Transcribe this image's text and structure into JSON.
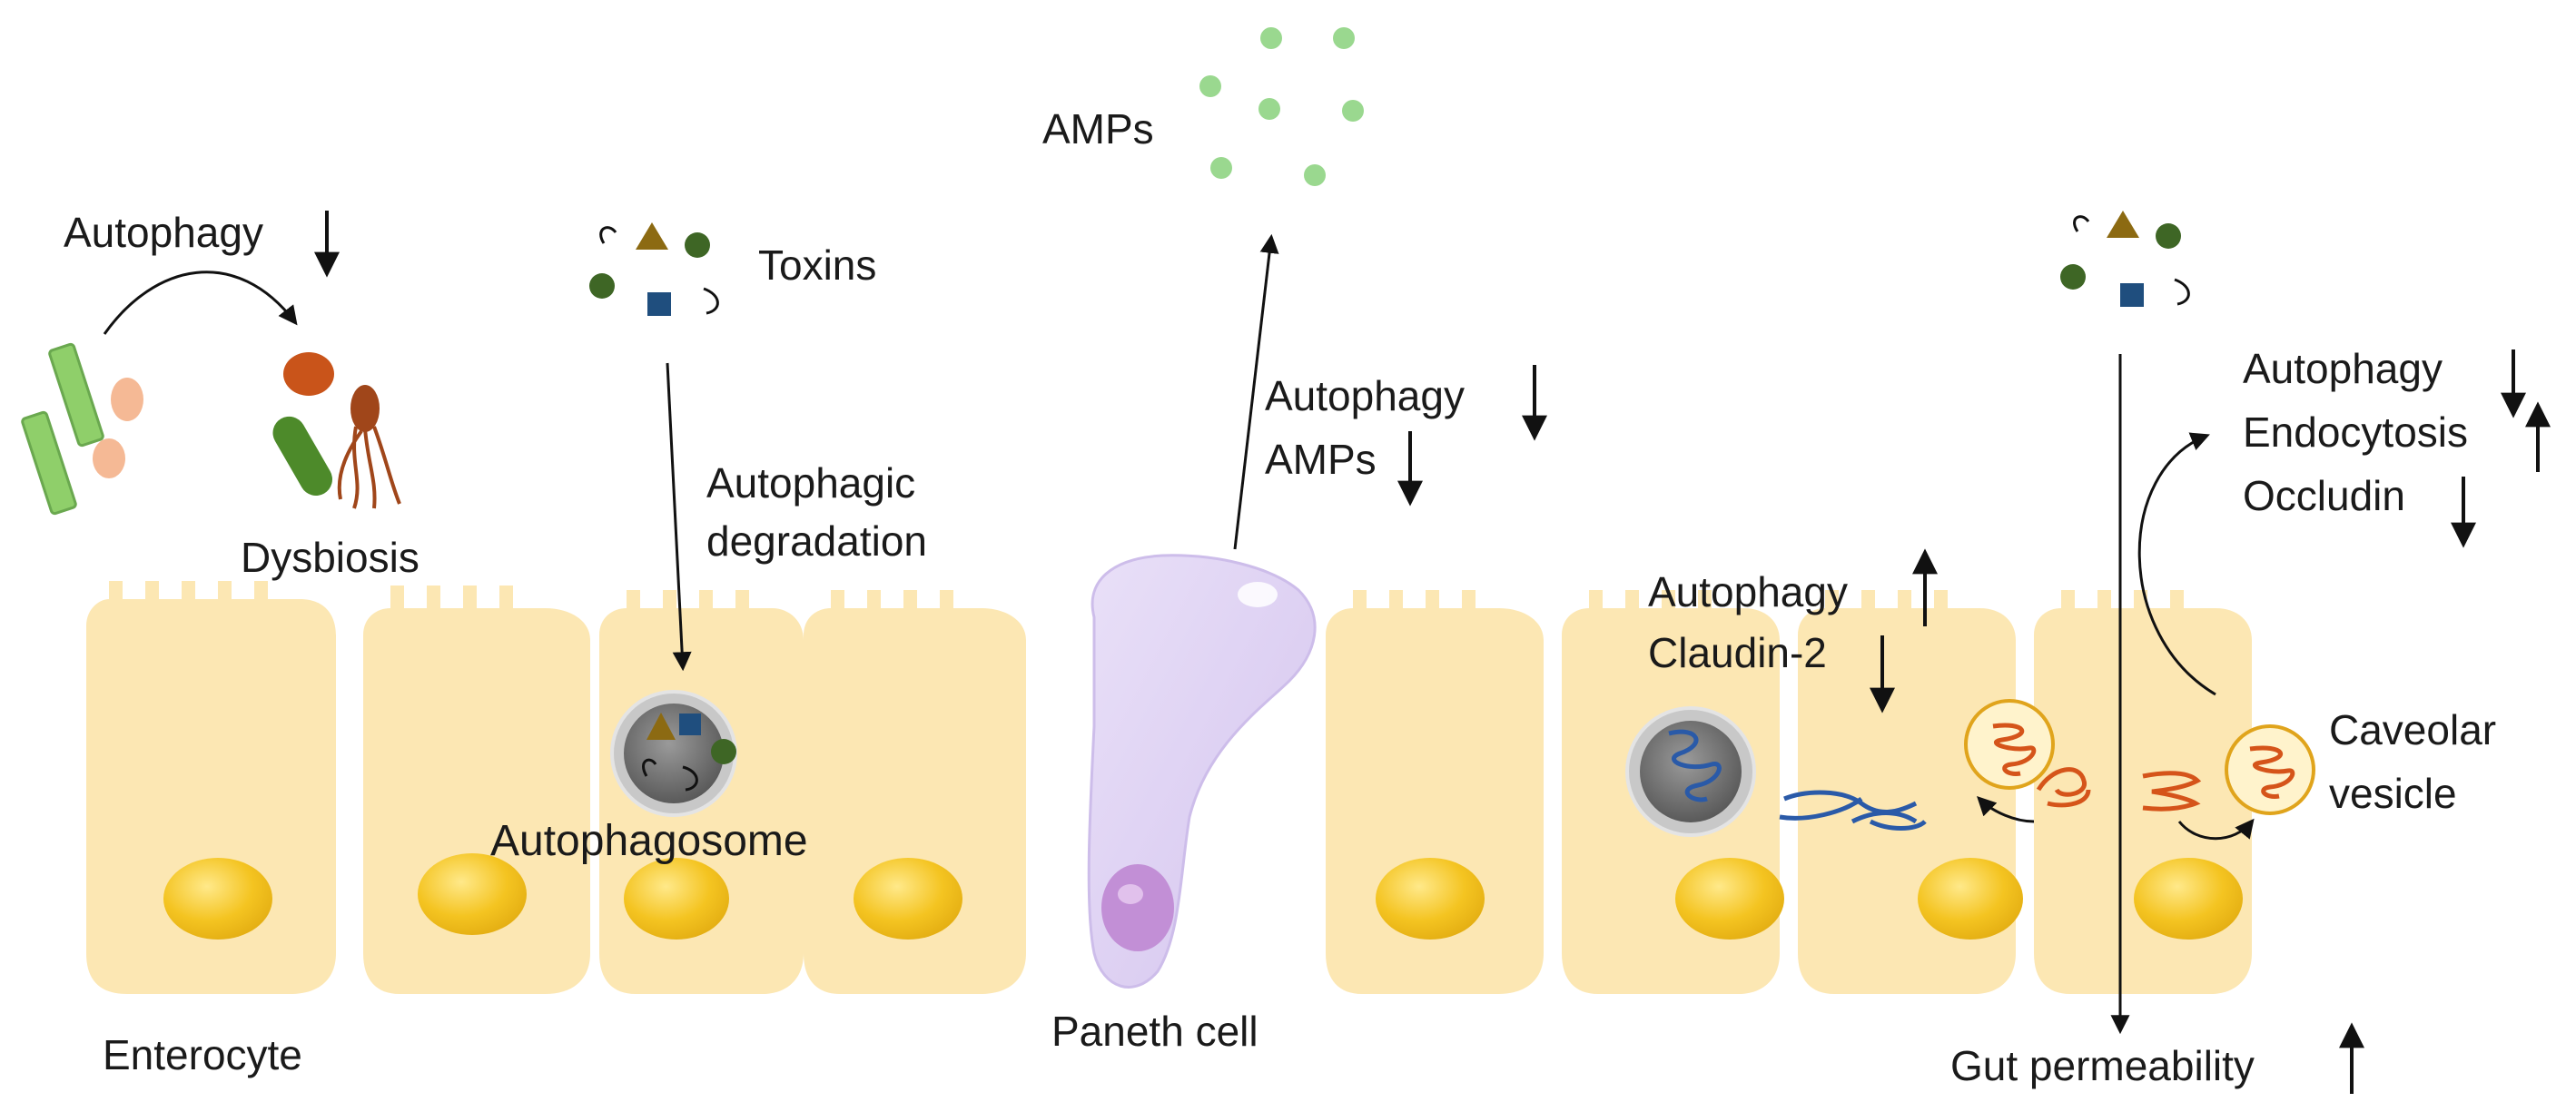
{
  "labels": {
    "autophagy_dysbiosis": "Autophagy",
    "dysbiosis": "Dysbiosis",
    "toxins": "Toxins",
    "autophagic_degradation_1": "Autophagic",
    "autophagic_degradation_2": "degradation",
    "autophagosome": "Autophagosome",
    "amps_top": "AMPs",
    "autophagy_paneth": "Autophagy",
    "amps_paneth": "AMPs",
    "autophagy_claudin": "Autophagy",
    "claudin2": "Claudin-2",
    "autophagy_right": "Autophagy",
    "endocytosis": "Endocytosis",
    "occludin": "Occludin",
    "caveolar_1": "Caveolar",
    "caveolar_2": "vesicle",
    "enterocyte": "Enterocyte",
    "paneth_cell": "Paneth cell",
    "gut_permeability": "Gut permeability"
  },
  "colors": {
    "cell_fill": "#fbe3a6",
    "cell_edge": "#f7d98c",
    "nucleus": "#f2c21f",
    "paneth_body": "#ddd0f2",
    "paneth_nucleus": "#c08fd3",
    "amp_dot": "#9ad88f",
    "toxin_triangle": "#8c6a12",
    "toxin_circle": "#3e6625",
    "toxin_square": "#1f4e7e",
    "bacteria_green": "#8fcf6a",
    "bacteria_orange": "#f5b995",
    "bacteria_brown": "#a0461a",
    "vesicle_ring": "#e0a41c",
    "tight_junction_red": "#d5541a",
    "tight_junction_blue": "#2a5aa8",
    "arrow": "#111111"
  }
}
